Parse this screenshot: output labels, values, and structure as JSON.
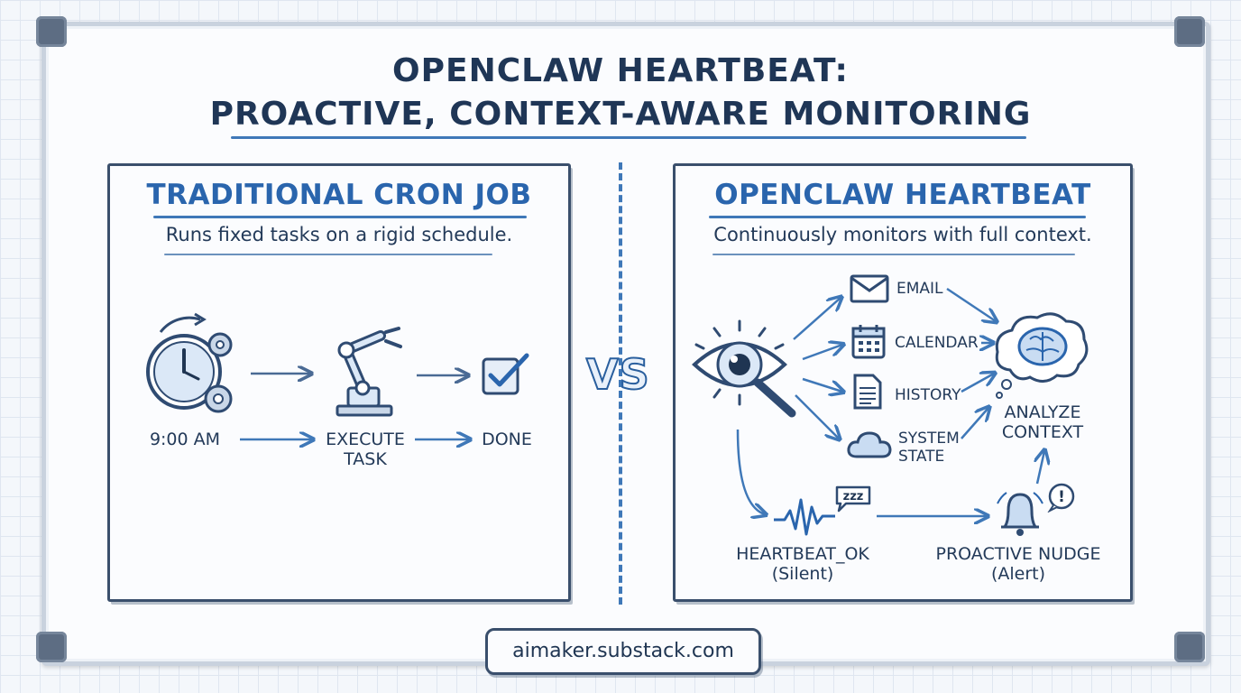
{
  "title": {
    "line1": "OPENCLAW HEARTBEAT:",
    "line2": "PROACTIVE, CONTEXT-AWARE MONITORING"
  },
  "left_panel": {
    "title": "TRADITIONAL CRON JOB",
    "subtitle": "Runs fixed tasks on a rigid schedule.",
    "steps": [
      "9:00 AM",
      "EXECUTE\nTASK",
      "DONE"
    ]
  },
  "vs_label": "VS",
  "right_panel": {
    "title": "OPENCLAW HEARTBEAT",
    "subtitle": "Continuously monitors with full context.",
    "sources": [
      "EMAIL",
      "CALENDAR",
      "HISTORY",
      "SYSTEM\nSTATE"
    ],
    "analyze": "ANALYZE\nCONTEXT",
    "silent": "HEARTBEAT_OK\n(Silent)",
    "alert": "PROACTIVE NUDGE\n(Alert)",
    "sleep_text": "zzz",
    "alert_mark": "!"
  },
  "footer": "aimaker.substack.com",
  "colors": {
    "accent_blue": "#2a65ad",
    "ink": "#1f3552",
    "icon_fill": "#c9dcf2"
  },
  "icons": [
    "clock-gear-icon",
    "robot-arm-icon",
    "checkbox-icon",
    "eye-magnifier-icon",
    "email-icon",
    "calendar-icon",
    "document-icon",
    "cloud-icon",
    "brain-thought-icon",
    "heartbeat-wave-icon",
    "bell-icon"
  ]
}
